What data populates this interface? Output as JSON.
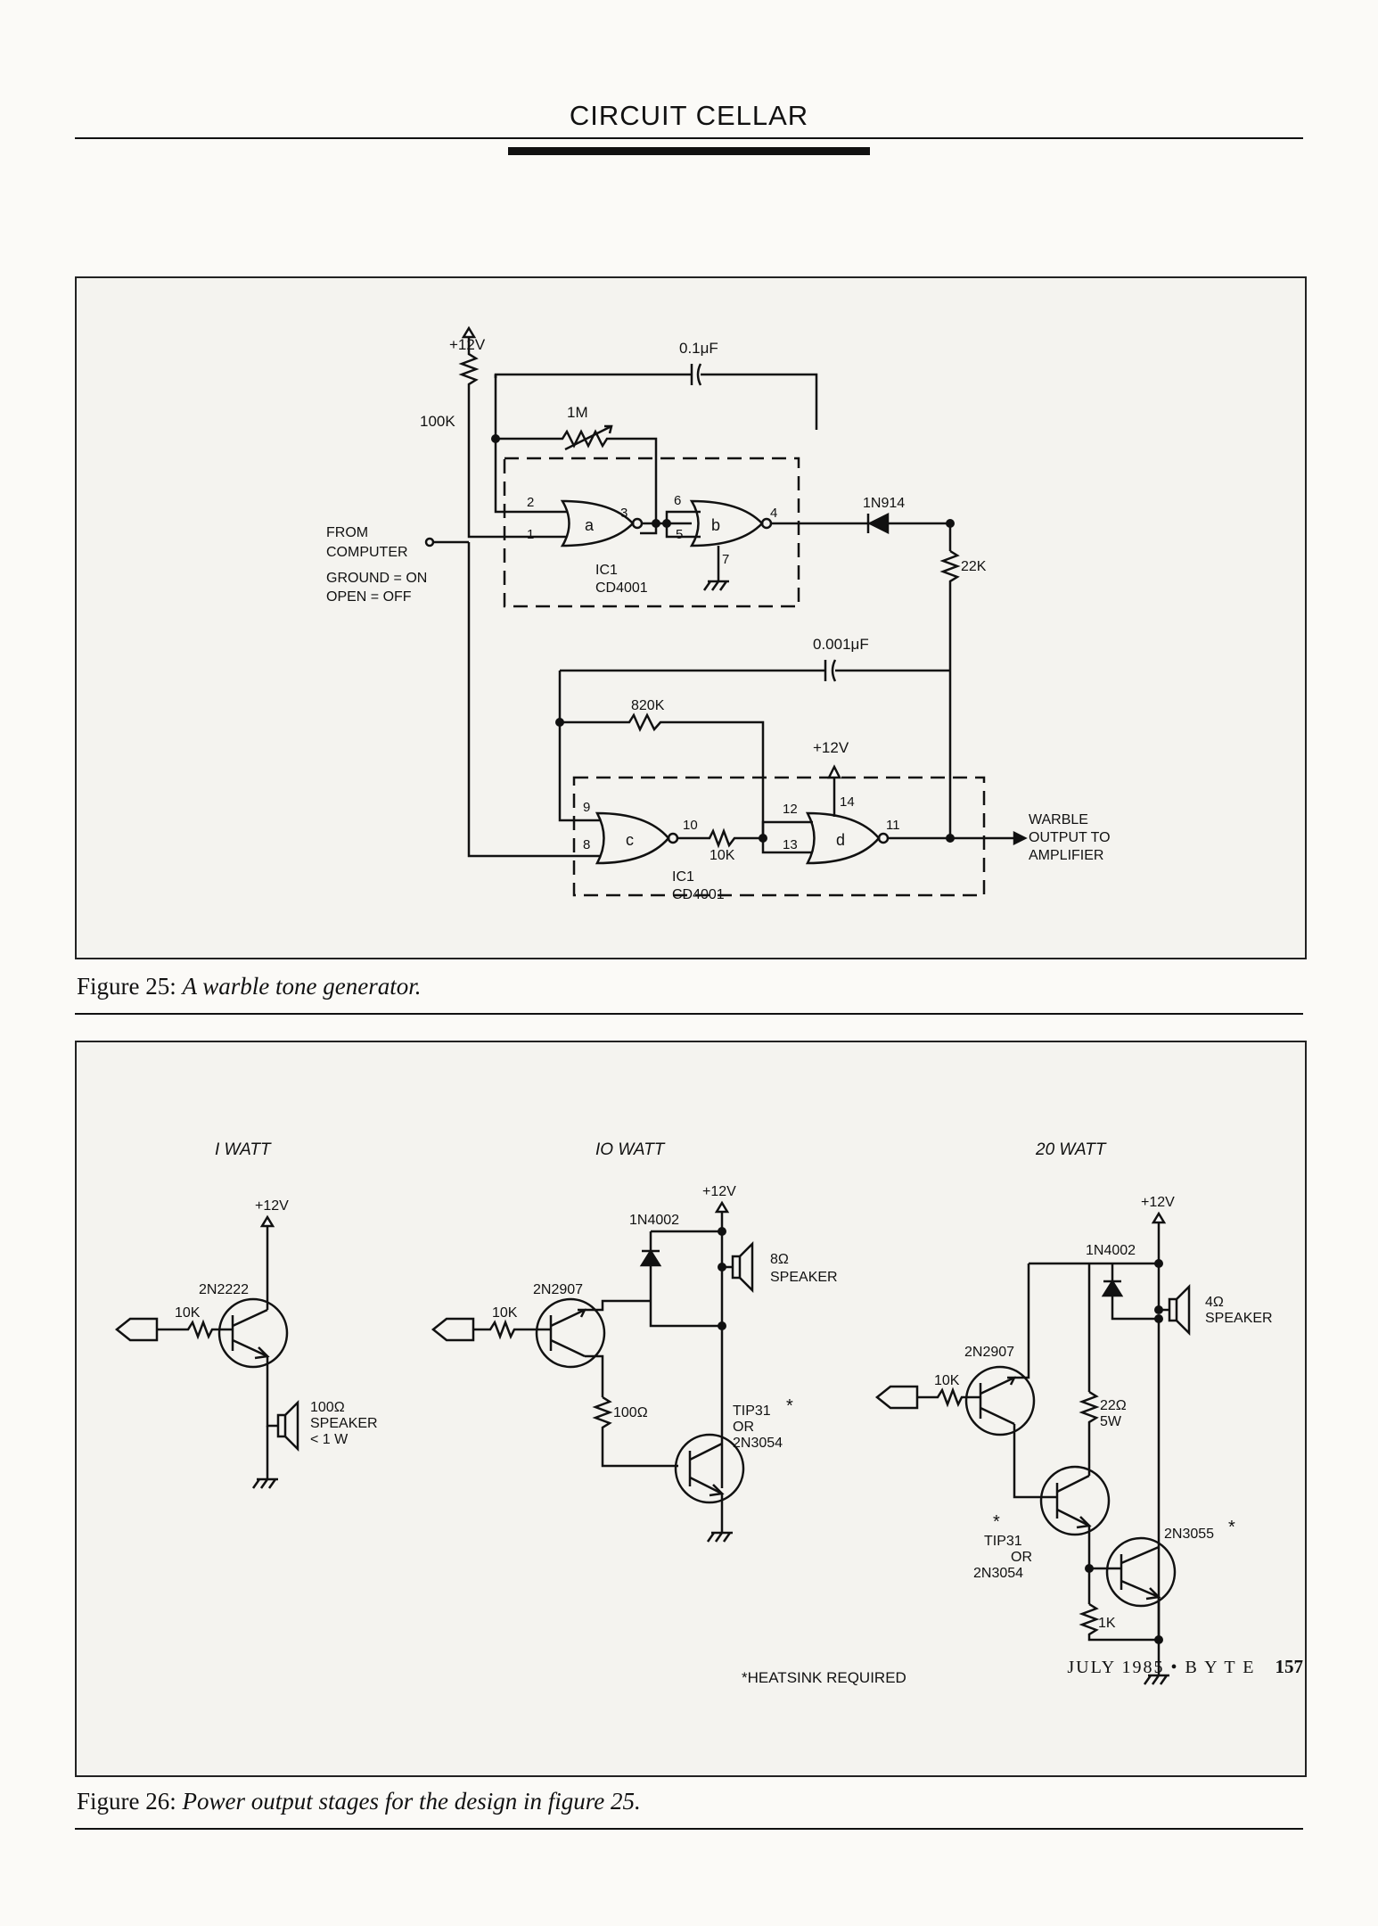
{
  "header": {
    "title": "CIRCUIT CELLAR"
  },
  "figure25": {
    "caption_label": "Figure 25:",
    "caption_text": "A warble tone generator.",
    "labels": {
      "vcc1": "+12V",
      "vcc2": "+12V",
      "c1": "0.1μF",
      "r_100k": "100K",
      "r_1m": "1M",
      "from": "FROM",
      "computer": "COMPUTER",
      "ground_on": "GROUND = ON",
      "open_off": "OPEN = OFF",
      "diode": "1N914",
      "r_22k": "22K",
      "c2": "0.001μF",
      "r_820k": "820K",
      "r_10k": "10K",
      "ic_a": "IC1",
      "ic_a_part": "CD4001",
      "ic_b": "IC1",
      "ic_b_part": "CD4001",
      "gate_a": "a",
      "gate_b": "b",
      "gate_c": "c",
      "gate_d": "d",
      "out1": "WARBLE",
      "out2": "OUTPUT  TO",
      "out3": "AMPLIFIER",
      "pins": [
        "2",
        "1",
        "3",
        "6",
        "5",
        "4",
        "7",
        "9",
        "8",
        "10",
        "12",
        "13",
        "14",
        "11"
      ]
    }
  },
  "figure26": {
    "caption_label": "Figure 26:",
    "caption_text": "Power output stages for the design in figure 25.",
    "stage1": {
      "title": "I WATT",
      "vcc": "+12V",
      "transistor": "2N2222",
      "resistor": "10K",
      "speaker1": "100Ω",
      "speaker2": "SPEAKER",
      "speaker3": "< 1 W"
    },
    "stage2": {
      "title": "IO WATT",
      "vcc": "+12V",
      "diode": "1N4002",
      "transistor": "2N2907",
      "resistor": "10K",
      "speaker1": "8Ω",
      "speaker2": "SPEAKER",
      "r_100": "100Ω",
      "power1": "TIP31",
      "power2": "OR",
      "power3": "2N3054",
      "star": "*"
    },
    "stage3": {
      "title": "20 WATT",
      "vcc": "+12V",
      "diode": "1N4002",
      "transistor": "2N2907",
      "resistor": "10K",
      "speaker1": "4Ω",
      "speaker2": "SPEAKER",
      "r_22a": "22Ω",
      "r_22b": "5W",
      "driver1": "TIP31",
      "driver2": "OR",
      "driver3": "2N3054",
      "star": "*",
      "star2": "*",
      "output": "2N3055",
      "r_1k": "1K"
    },
    "note": "*HEATSINK  REQUIRED"
  },
  "footer": {
    "issue": "JULY 1985 • B Y T E",
    "page": "157"
  }
}
